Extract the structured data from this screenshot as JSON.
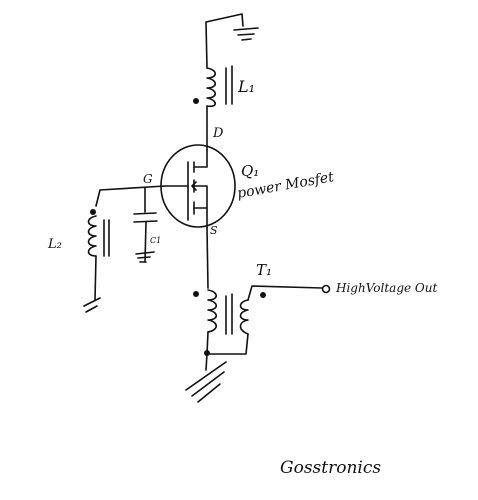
{
  "diagram": {
    "labels": {
      "l1": "L₁",
      "d": "D",
      "q1": "Q₁",
      "power_mosfet": "power Mosfet",
      "g": "G",
      "s": "S",
      "l2": "L₂",
      "c1": "C1",
      "t1": "T₁",
      "output": "HighVoltage Out"
    },
    "signature": "Gosstronics",
    "ink_color": "#111111"
  }
}
